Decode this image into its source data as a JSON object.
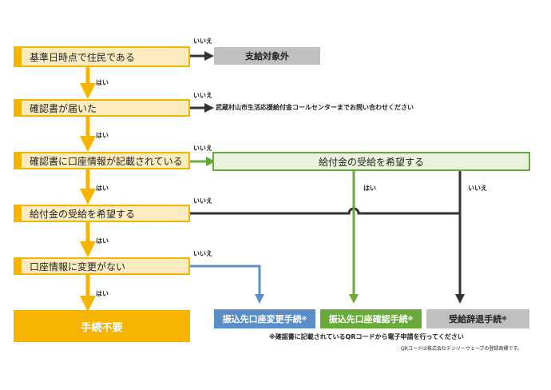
{
  "colors": {
    "yellow": "#f4b400",
    "yellow_light": "#fcecc0",
    "green": "#6aaa3a",
    "green_light": "#e8f2dd",
    "blue": "#5b8ec8",
    "gray": "#bfbfbf",
    "dark": "#333333"
  },
  "questions": [
    "基準日時点で住民である",
    "確認書が届いた",
    "確認書に口座情報が記載されている",
    "給付金の受給を希望する",
    "口座情報に変更がない"
  ],
  "labels": {
    "yes": "はい",
    "no": "いいえ"
  },
  "results": {
    "not_eligible": "支給対象外",
    "call_center": "武蔵村山市生活応援給付金コールセンターまでお問い合わせください",
    "wish_receive": "給付金の受給を希望する",
    "no_procedure": "手続不要",
    "change_account": "振込先口座変更手続",
    "confirm_account": "振込先口座確認手続",
    "decline": "受給辞退手続",
    "mark": "※"
  },
  "notes": {
    "electronic": "※確認書に記載されているQRコードから電子申請を行ってください",
    "qr_trademark": "QRコードは株式会社デンソーウェーブの登録商標です。"
  }
}
